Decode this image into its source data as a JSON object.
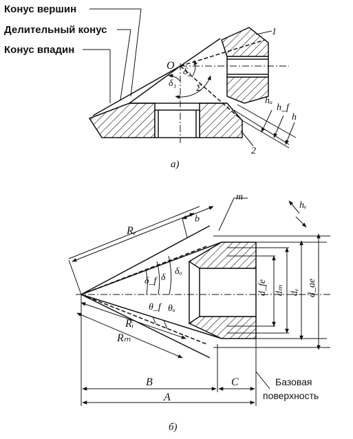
{
  "diagram": {
    "labels": {
      "tip_cone": "Конус вершин",
      "pitch_cone": "Делительный конус",
      "root_cone": "Конус впадин",
      "apex": "O",
      "gear1": "1",
      "gear2": "2",
      "delta1": "δ₁",
      "delta2": "δ₂",
      "sigma": "Σ",
      "ha": "hₐ",
      "hf": "h_f",
      "h": "h",
      "m": "m",
      "he": "hₑ",
      "Re": "Rₑ",
      "b": "b",
      "Ri": "Rᵢ",
      "Rm": "Rₘ",
      "delta_f": "δ_f",
      "delta": "δ",
      "delta_a": "δₐ",
      "theta_f": "θ_f",
      "theta_a": "θₐ",
      "dfe": "d_fe",
      "dm": "dₘ",
      "de": "dₑ",
      "dae": "d_ae",
      "B": "B",
      "C": "C",
      "A": "A",
      "base_line1": "Базовая",
      "base_line2": "поверхность"
    },
    "captions": {
      "a": "а)",
      "b": "б)"
    }
  },
  "colors": {
    "ink": "#111111",
    "background": "#ffffff"
  }
}
